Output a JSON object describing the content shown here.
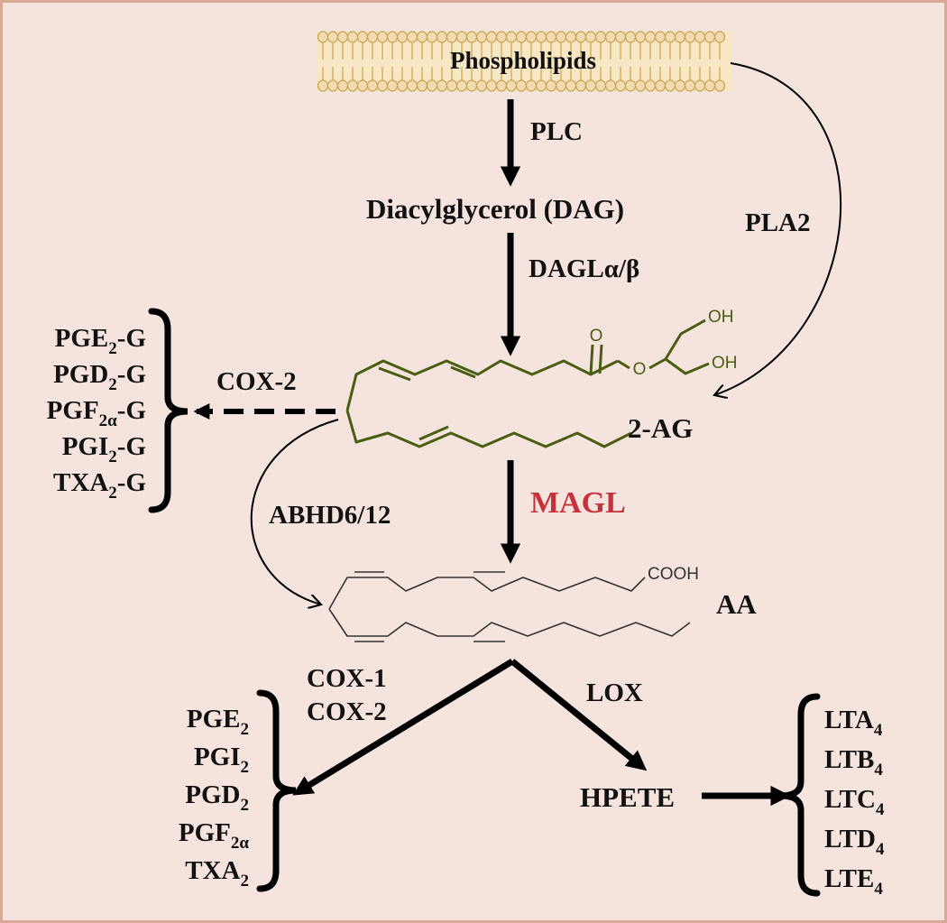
{
  "membrane": {
    "label": "Phospholipids"
  },
  "enzymes": {
    "plc": "PLC",
    "dagl": "DAGLα/β",
    "pla2": "PLA2",
    "cox2_top": "COX-2",
    "abhd": "ABHD6/12",
    "magl": "MAGL",
    "cox1": "COX-1",
    "cox2": "COX-2",
    "lox": "LOX"
  },
  "metabolites": {
    "dag": "Diacylglycerol (DAG)",
    "two_ag": "2-AG",
    "aa": "AA",
    "hpete": "HPETE"
  },
  "chem_labels": {
    "oh1": "OH",
    "oh2": "OH",
    "o": "O",
    "cooh": "COOH"
  },
  "glyceryl_products": [
    {
      "base": "PGE",
      "sub": "2",
      "suffix": "-G"
    },
    {
      "base": "PGD",
      "sub": "2",
      "suffix": "-G"
    },
    {
      "base": "PGF",
      "sub": "2α",
      "suffix": "-G"
    },
    {
      "base": "PGI",
      "sub": "2",
      "suffix": "-G"
    },
    {
      "base": "TXA",
      "sub": "2",
      "suffix": "-G"
    }
  ],
  "prostanoids": [
    {
      "base": "PGE",
      "sub": "2"
    },
    {
      "base": "PGI",
      "sub": "2"
    },
    {
      "base": "PGD",
      "sub": "2"
    },
    {
      "base": "PGF",
      "sub": "2α"
    },
    {
      "base": "TXA",
      "sub": "2"
    }
  ],
  "leukotrienes": [
    {
      "base": "LTA",
      "sub": "4"
    },
    {
      "base": "LTB",
      "sub": "4"
    },
    {
      "base": "LTC",
      "sub": "4"
    },
    {
      "base": "LTD",
      "sub": "4"
    },
    {
      "base": "LTE",
      "sub": "4"
    }
  ],
  "colors": {
    "background": "#f5e4dd",
    "magl": "#c8303a",
    "two_ag_structure": "#4a5e12",
    "aa_structure": "#333333",
    "membrane_head": "#f2dbb0"
  }
}
